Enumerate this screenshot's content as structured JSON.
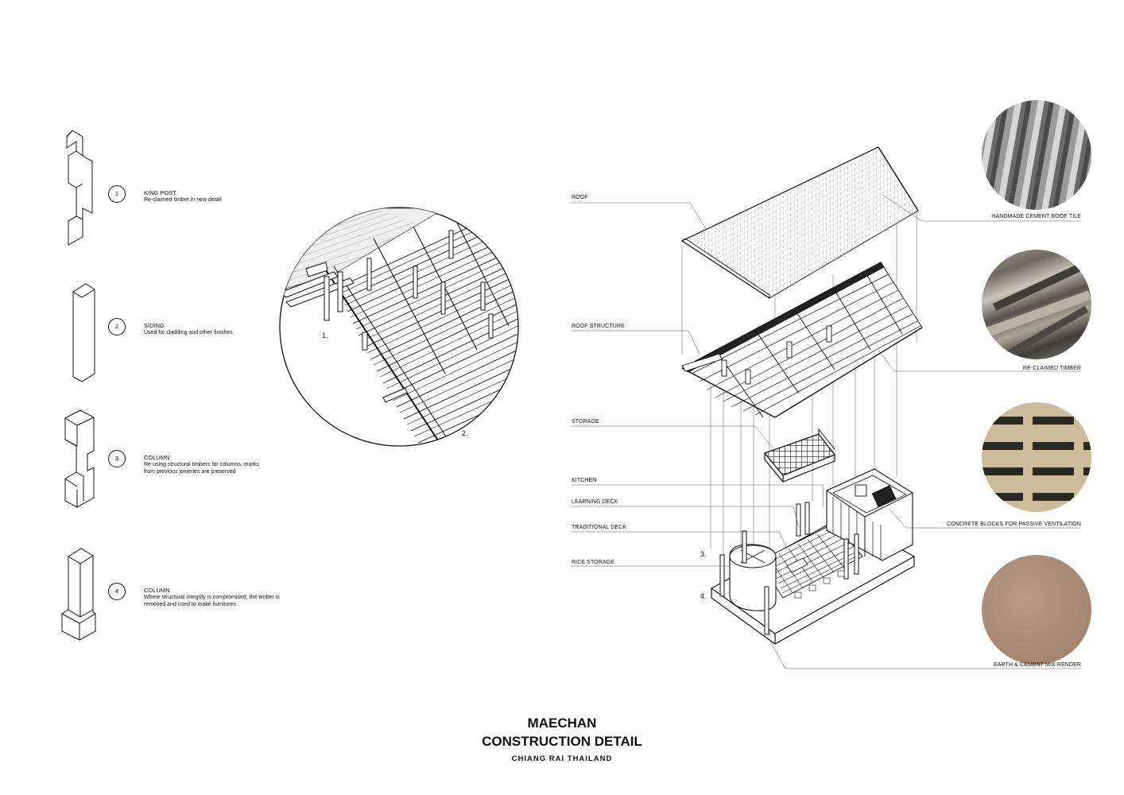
{
  "title": {
    "line1": "MAECHAN",
    "line2": "CONSTRUCTION DETAIL",
    "line3": "CHIANG RAI  THAILAND"
  },
  "elements": [
    {
      "num": "1",
      "title": "KING POST",
      "desc": "Re-claimed timber in new detail"
    },
    {
      "num": "2",
      "title": "SIDING",
      "desc": "Used for cladding and other finishes"
    },
    {
      "num": "3",
      "title": "COLUMN",
      "desc": "Re-using structural timbers for columns, marks from previous joineries are preserved"
    },
    {
      "num": "4",
      "title": "COLUMN",
      "desc": "Where structural integrity is compromised, the timber is removed and used to make furnitures"
    }
  ],
  "detail_callouts": [
    "1.",
    "2."
  ],
  "model_callouts": [
    "3.",
    "4."
  ],
  "left_labels": [
    "ROOF",
    "ROOF STRUCTURE",
    "STORAGE",
    "KITCHEN",
    "LEARNING DECK",
    "TRADITIONAL DECK",
    "RICE STORAGE"
  ],
  "materials": [
    {
      "label": "HANDMADE CEMENT ROOF TILE"
    },
    {
      "label": "RE-CLAIMED TIMBER"
    },
    {
      "label": "CONCRETE BLOCKS FOR PASSIVE VENTILATION"
    },
    {
      "label": "EARTH & CEMENT MIX RENDER"
    }
  ],
  "colors": {
    "ink": "#111111",
    "render": "#ab8c7a",
    "concrete": "#cbbd9c",
    "tile": "#6f6f6f",
    "timber": "#5c5a55"
  }
}
